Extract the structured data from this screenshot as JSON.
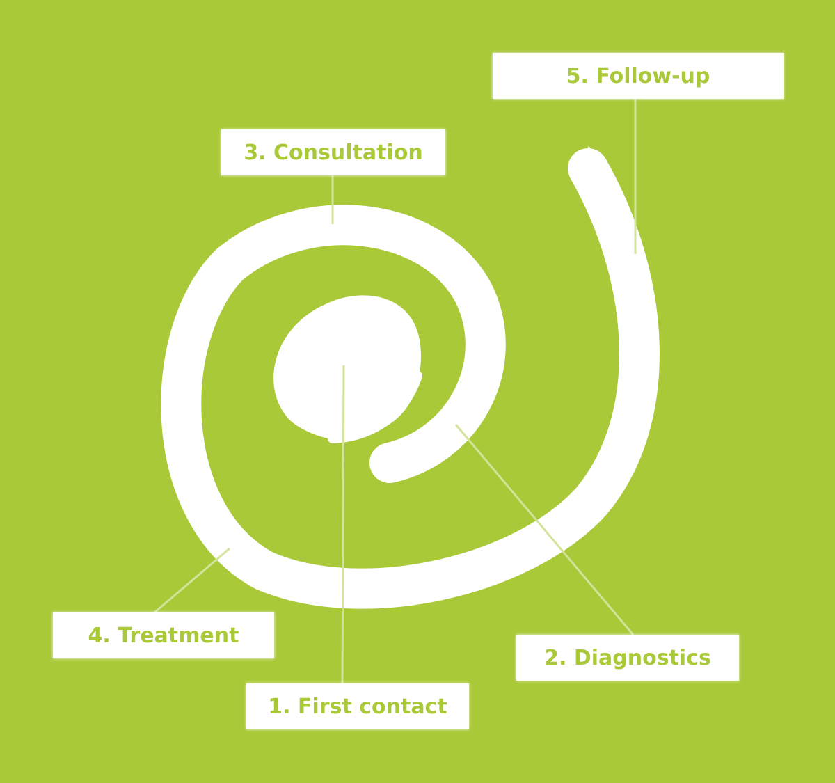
{
  "colors": {
    "background": "#a9c939",
    "spiral": "#ffffff",
    "text": "#a9c939",
    "connector": "#d2e39a"
  },
  "steps": [
    {
      "label": "1. First contact"
    },
    {
      "label": "2. Diagnostics"
    },
    {
      "label": "3. Consultation"
    },
    {
      "label": "4. Treatment"
    },
    {
      "label": "5. Follow-up"
    }
  ]
}
